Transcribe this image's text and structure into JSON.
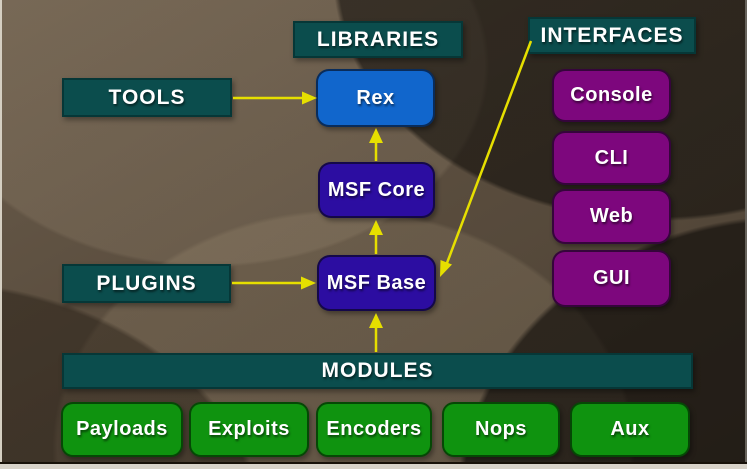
{
  "colors": {
    "teal": "#0b4d4d",
    "teal_border": "#063737",
    "blue": "#1166cc",
    "indigo": "#2c0da1",
    "purple": "#7d077d",
    "green": "#0f930f",
    "arrow": "#e6df00",
    "background": "#5a4d3e",
    "text": "#ffffff"
  },
  "headers": {
    "libraries": "LIBRARIES",
    "interfaces": "INTERFACES",
    "tools": "TOOLS",
    "plugins": "PLUGINS",
    "modules": "MODULES"
  },
  "core_nodes": {
    "rex": "Rex",
    "msf_core": "MSF Core",
    "msf_base": "MSF Base"
  },
  "interface_items": [
    "Console",
    "CLI",
    "Web",
    "GUI"
  ],
  "module_items": [
    "Payloads",
    "Exploits",
    "Encoders",
    "Nops",
    "Aux"
  ]
}
